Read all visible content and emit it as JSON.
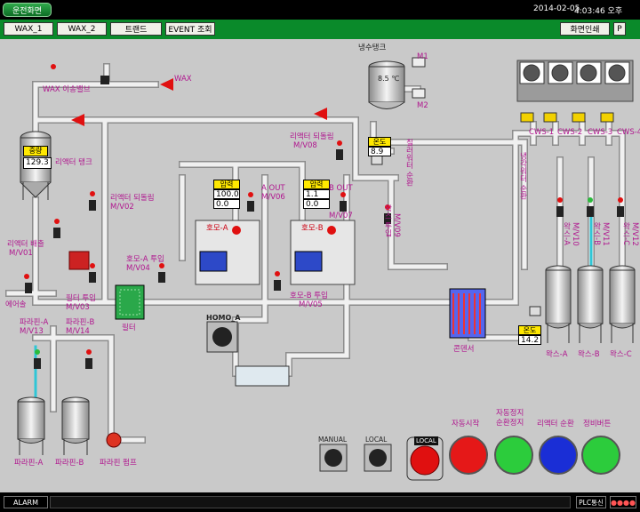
{
  "header": {
    "screen_tab": "운전화면",
    "date": "2014-02-05",
    "time": "4:03:46 오후"
  },
  "menu": {
    "wax1": "WAX_1",
    "wax2": "WAX_2",
    "trend": "트랜드",
    "event": "EVENT 조회",
    "print": "화면인쇄",
    "p": "P"
  },
  "labels": {
    "cooling_tank": "냉수탱크",
    "wax_valve": "WAX 이송밸브",
    "wax": "WAX",
    "reactor_tank": "리액터 탱크",
    "reactor_return": "리액터 되돌림",
    "reactor_return_valve": "M/V02",
    "reactor_drain": "리액터 배출",
    "reactor_drain_valve": "M/V01",
    "air": "에어솔",
    "filter_in": "필터 투입",
    "filter_in_valve": "M/V03",
    "filter": "필터",
    "paraffin_a_valve_label": "파라핀-A",
    "paraffin_a_valve": "M/V13",
    "paraffin_b_valve_label": "파라핀-B",
    "paraffin_b_valve": "M/V14",
    "paraffin_a": "파라핀-A",
    "paraffin_b": "파라핀-B",
    "paraffin_pump": "파라핀 펌프",
    "homo_a_in": "호모-A 투입",
    "homo_a_in_valve": "M/V04",
    "homo_b_in": "호모-B 투입",
    "homo_b_in_valve": "M/V05",
    "reactor_return2": "리액터 되돌림",
    "reactor_return2_valve": "M/V08",
    "a_out": "A OUT",
    "a_out_valve": "M/V06",
    "b_out": "B OUT",
    "b_out_valve": "M/V07",
    "homo_a": "호모-A",
    "homo_b": "호모-B",
    "homo_switch": "HOMO_A",
    "condenser": "콘덴서",
    "chiller_circ": "칠러워터 순환",
    "cooling_circ": "냉각워터 순환",
    "wax_in": "왁스 투입",
    "wax_in_valve": "M/V09",
    "cws1": "CWS-1",
    "cws2": "CWS-2",
    "cws3": "CWS-3",
    "cws4": "CWS-4",
    "wax_a_valve_label": "왁스-A",
    "wax_a_valve": "M/V10",
    "wax_b_valve_label": "왁스-B",
    "wax_b_valve": "M/V11",
    "wax_c_valve_label": "왁스-C",
    "wax_c_valve": "M/V12",
    "wax_a": "왁스-A",
    "wax_b": "왁스-B",
    "wax_c": "왁스-C",
    "m1": "M1",
    "m2": "M2"
  },
  "readouts": {
    "cooling_tank_temp": "8.5 ℃",
    "weight_label": "중량",
    "weight_value": "129.3",
    "temp_label": "온도",
    "temp_value": "8.9",
    "pressure_a_label": "압력",
    "pressure_a_1": "100.0",
    "pressure_a_2": "0.0",
    "pressure_b_label": "압력",
    "pressure_b_1": "1.1",
    "pressure_b_2": "0.0",
    "cond_temp_label": "온도",
    "cond_temp_value": "14.2"
  },
  "controls": {
    "manual_label": "MANUAL",
    "local_label": "LOCAL",
    "local_btn_label": "LOCAL",
    "auto_start": "자동시작",
    "auto_stop": "자동정지",
    "circ_stop": "순환정지",
    "reactor_circ": "리액터 순환",
    "maint_btn": "정비버튼"
  },
  "statusbar": {
    "alarm": "ALARM",
    "plc": "PLC통신",
    "indicator": "●●●●"
  },
  "colors": {
    "pipe": "#f0f0f0",
    "pipe_edge": "#8c8c8c",
    "bg": "#c9c9c9",
    "menubar": "#0a8a2a",
    "tag": "#b0158e",
    "arrow": "#e01010"
  }
}
